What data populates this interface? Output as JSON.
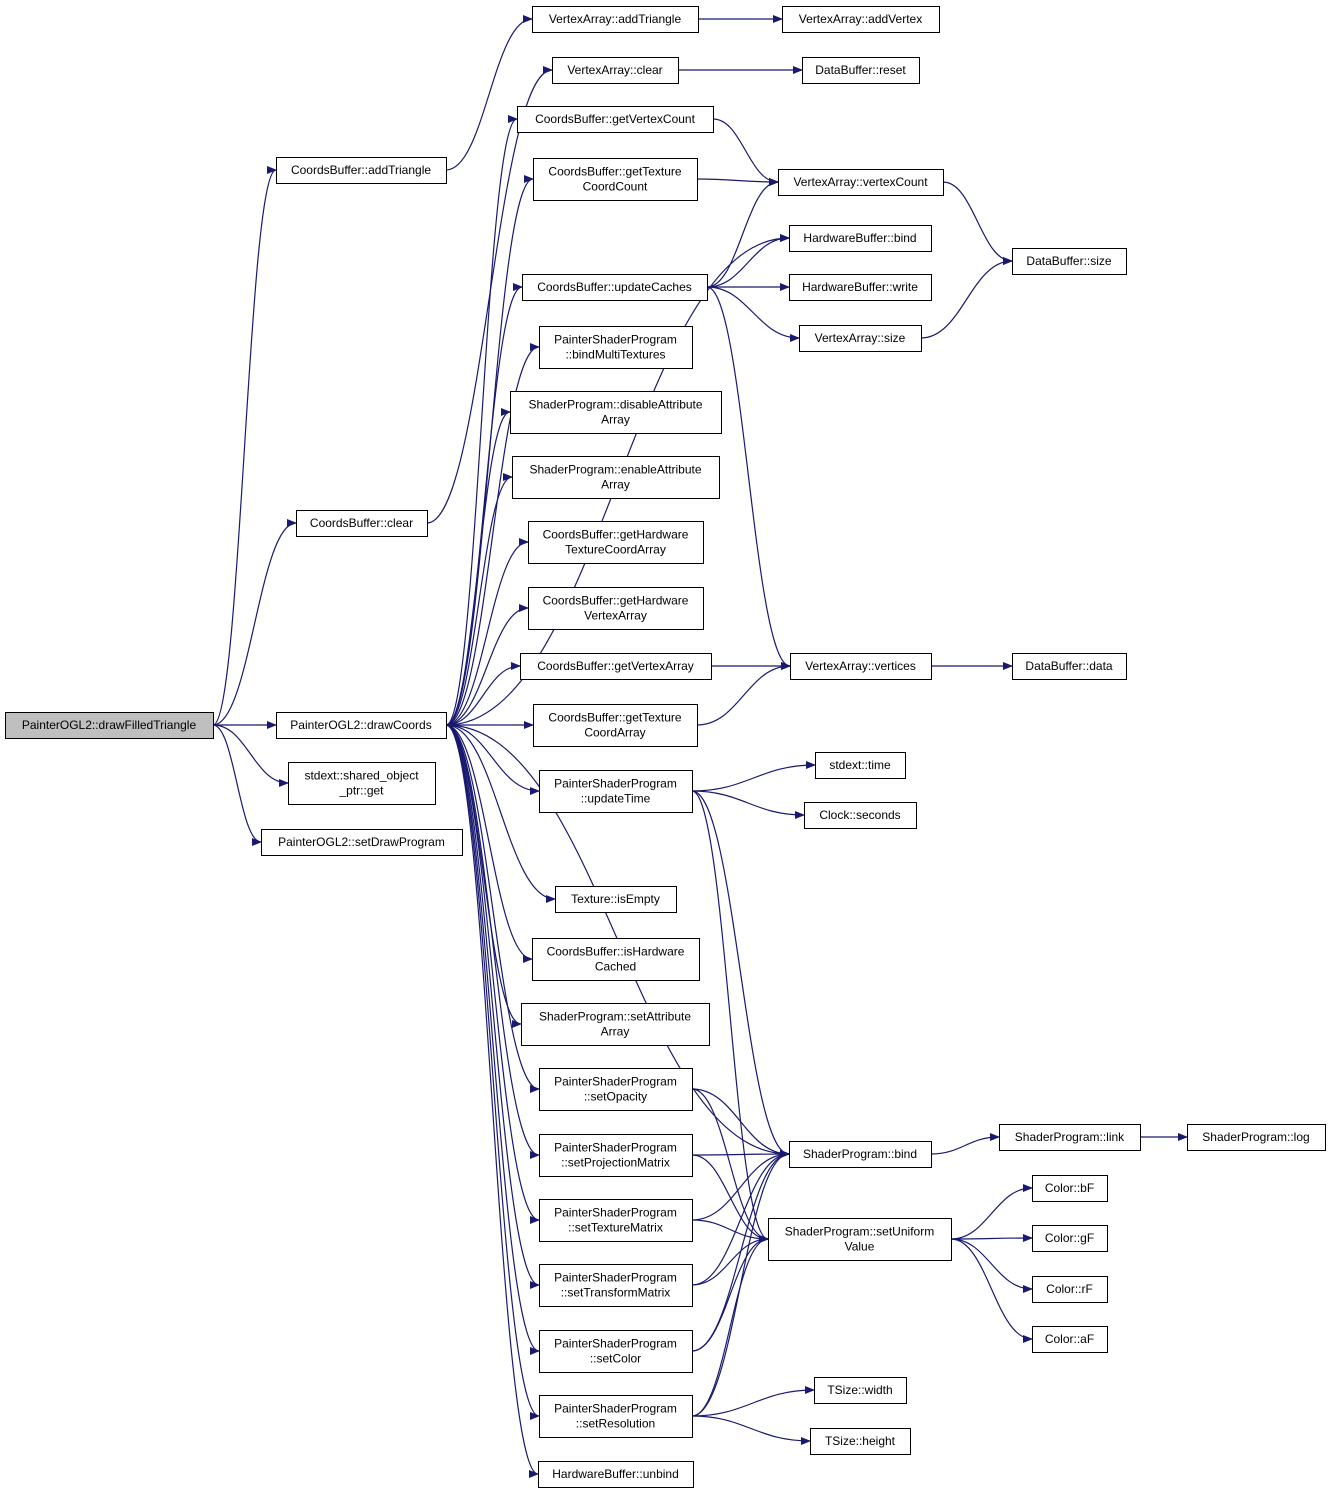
{
  "diagram": {
    "type": "call-graph",
    "edge_color": "#191970",
    "root_fill": "#bfbfbf",
    "nodes": [
      {
        "id": "drawFilledTriangle",
        "lines": [
          "PainterOGL2::drawFilledTriangle"
        ],
        "root": true
      },
      {
        "id": "cb_addTriangle",
        "lines": [
          "CoordsBuffer::addTriangle"
        ]
      },
      {
        "id": "cb_clear",
        "lines": [
          "CoordsBuffer::clear"
        ]
      },
      {
        "id": "drawCoords",
        "lines": [
          "PainterOGL2::drawCoords"
        ]
      },
      {
        "id": "shared_get",
        "lines": [
          "stdext::shared_object",
          "_ptr::get"
        ]
      },
      {
        "id": "setDrawProgram",
        "lines": [
          "PainterOGL2::setDrawProgram"
        ]
      },
      {
        "id": "va_addTriangle",
        "lines": [
          "VertexArray::addTriangle"
        ]
      },
      {
        "id": "va_addVertex",
        "lines": [
          "VertexArray::addVertex"
        ]
      },
      {
        "id": "va_clear",
        "lines": [
          "VertexArray::clear"
        ]
      },
      {
        "id": "db_reset",
        "lines": [
          "DataBuffer::reset"
        ]
      },
      {
        "id": "cb_getVertexCount",
        "lines": [
          "CoordsBuffer::getVertexCount"
        ]
      },
      {
        "id": "cb_getTexCoordCount",
        "lines": [
          "CoordsBuffer::getTexture",
          "CoordCount"
        ]
      },
      {
        "id": "va_vertexCount",
        "lines": [
          "VertexArray::vertexCount"
        ]
      },
      {
        "id": "hb_bind",
        "lines": [
          "HardwareBuffer::bind"
        ]
      },
      {
        "id": "db_size",
        "lines": [
          "DataBuffer::size"
        ]
      },
      {
        "id": "cb_updateCaches",
        "lines": [
          "CoordsBuffer::updateCaches"
        ]
      },
      {
        "id": "hb_write",
        "lines": [
          "HardwareBuffer::write"
        ]
      },
      {
        "id": "va_size",
        "lines": [
          "VertexArray::size"
        ]
      },
      {
        "id": "psp_bindMulti",
        "lines": [
          "PainterShaderProgram",
          "::bindMultiTextures"
        ]
      },
      {
        "id": "sp_disableAttr",
        "lines": [
          "ShaderProgram::disableAttribute",
          "Array"
        ]
      },
      {
        "id": "sp_enableAttr",
        "lines": [
          "ShaderProgram::enableAttribute",
          "Array"
        ]
      },
      {
        "id": "cb_getHwTexArray",
        "lines": [
          "CoordsBuffer::getHardware",
          "TextureCoordArray"
        ]
      },
      {
        "id": "cb_getHwVertArray",
        "lines": [
          "CoordsBuffer::getHardware",
          "VertexArray"
        ]
      },
      {
        "id": "cb_getVertexArray",
        "lines": [
          "CoordsBuffer::getVertexArray"
        ]
      },
      {
        "id": "va_vertices",
        "lines": [
          "VertexArray::vertices"
        ]
      },
      {
        "id": "db_data",
        "lines": [
          "DataBuffer::data"
        ]
      },
      {
        "id": "cb_getTexCoordArray",
        "lines": [
          "CoordsBuffer::getTexture",
          "CoordArray"
        ]
      },
      {
        "id": "psp_updateTime",
        "lines": [
          "PainterShaderProgram",
          "::updateTime"
        ]
      },
      {
        "id": "stdext_time",
        "lines": [
          "stdext::time"
        ]
      },
      {
        "id": "clock_seconds",
        "lines": [
          "Clock::seconds"
        ]
      },
      {
        "id": "tex_isEmpty",
        "lines": [
          "Texture::isEmpty"
        ]
      },
      {
        "id": "cb_isHwCached",
        "lines": [
          "CoordsBuffer::isHardware",
          "Cached"
        ]
      },
      {
        "id": "sp_setAttrArray",
        "lines": [
          "ShaderProgram::setAttribute",
          "Array"
        ]
      },
      {
        "id": "psp_setOpacity",
        "lines": [
          "PainterShaderProgram",
          "::setOpacity"
        ]
      },
      {
        "id": "sp_bind",
        "lines": [
          "ShaderProgram::bind"
        ]
      },
      {
        "id": "sp_link",
        "lines": [
          "ShaderProgram::link"
        ]
      },
      {
        "id": "sp_log",
        "lines": [
          "ShaderProgram::log"
        ]
      },
      {
        "id": "psp_setProj",
        "lines": [
          "PainterShaderProgram",
          "::setProjectionMatrix"
        ]
      },
      {
        "id": "color_bF",
        "lines": [
          "Color::bF"
        ]
      },
      {
        "id": "psp_setTexMat",
        "lines": [
          "PainterShaderProgram",
          "::setTextureMatrix"
        ]
      },
      {
        "id": "sp_setUniform",
        "lines": [
          "ShaderProgram::setUniform",
          "Value"
        ]
      },
      {
        "id": "color_gF",
        "lines": [
          "Color::gF"
        ]
      },
      {
        "id": "psp_setTransform",
        "lines": [
          "PainterShaderProgram",
          "::setTransformMatrix"
        ]
      },
      {
        "id": "color_rF",
        "lines": [
          "Color::rF"
        ]
      },
      {
        "id": "psp_setColor",
        "lines": [
          "PainterShaderProgram",
          "::setColor"
        ]
      },
      {
        "id": "color_aF",
        "lines": [
          "Color::aF"
        ]
      },
      {
        "id": "tsize_width",
        "lines": [
          "TSize::width"
        ]
      },
      {
        "id": "psp_setResolution",
        "lines": [
          "PainterShaderProgram",
          "::setResolution"
        ]
      },
      {
        "id": "tsize_height",
        "lines": [
          "TSize::height"
        ]
      },
      {
        "id": "hb_unbind",
        "lines": [
          "HardwareBuffer::unbind"
        ]
      }
    ],
    "edges": [
      [
        "drawFilledTriangle",
        "cb_addTriangle"
      ],
      [
        "drawFilledTriangle",
        "cb_clear"
      ],
      [
        "drawFilledTriangle",
        "drawCoords"
      ],
      [
        "drawFilledTriangle",
        "shared_get"
      ],
      [
        "drawFilledTriangle",
        "setDrawProgram"
      ],
      [
        "cb_addTriangle",
        "va_addTriangle"
      ],
      [
        "va_addTriangle",
        "va_addVertex"
      ],
      [
        "cb_clear",
        "va_clear"
      ],
      [
        "va_clear",
        "db_reset"
      ],
      [
        "drawCoords",
        "cb_getVertexCount"
      ],
      [
        "drawCoords",
        "cb_getTexCoordCount"
      ],
      [
        "drawCoords",
        "hb_bind"
      ],
      [
        "drawCoords",
        "cb_updateCaches"
      ],
      [
        "drawCoords",
        "psp_bindMulti"
      ],
      [
        "drawCoords",
        "sp_disableAttr"
      ],
      [
        "drawCoords",
        "sp_enableAttr"
      ],
      [
        "drawCoords",
        "cb_getHwTexArray"
      ],
      [
        "drawCoords",
        "cb_getHwVertArray"
      ],
      [
        "drawCoords",
        "cb_getVertexArray"
      ],
      [
        "drawCoords",
        "cb_getTexCoordArray"
      ],
      [
        "drawCoords",
        "psp_updateTime"
      ],
      [
        "drawCoords",
        "sp_bind"
      ],
      [
        "drawCoords",
        "tex_isEmpty"
      ],
      [
        "drawCoords",
        "cb_isHwCached"
      ],
      [
        "drawCoords",
        "sp_setAttrArray"
      ],
      [
        "drawCoords",
        "psp_setOpacity"
      ],
      [
        "drawCoords",
        "psp_setProj"
      ],
      [
        "drawCoords",
        "psp_setTexMat"
      ],
      [
        "drawCoords",
        "psp_setTransform"
      ],
      [
        "drawCoords",
        "psp_setColor"
      ],
      [
        "drawCoords",
        "psp_setResolution"
      ],
      [
        "drawCoords",
        "hb_unbind"
      ],
      [
        "cb_getVertexCount",
        "va_vertexCount"
      ],
      [
        "cb_getTexCoordCount",
        "va_vertexCount"
      ],
      [
        "va_vertexCount",
        "db_size"
      ],
      [
        "cb_updateCaches",
        "va_vertexCount"
      ],
      [
        "cb_updateCaches",
        "hb_bind"
      ],
      [
        "cb_updateCaches",
        "hb_write"
      ],
      [
        "cb_updateCaches",
        "va_size"
      ],
      [
        "cb_updateCaches",
        "va_vertices"
      ],
      [
        "va_size",
        "db_size"
      ],
      [
        "cb_getVertexArray",
        "va_vertices"
      ],
      [
        "cb_getTexCoordArray",
        "va_vertices"
      ],
      [
        "va_vertices",
        "db_data"
      ],
      [
        "psp_updateTime",
        "stdext_time"
      ],
      [
        "psp_updateTime",
        "clock_seconds"
      ],
      [
        "psp_updateTime",
        "sp_bind"
      ],
      [
        "psp_updateTime",
        "sp_setUniform"
      ],
      [
        "psp_setOpacity",
        "sp_bind"
      ],
      [
        "psp_setOpacity",
        "sp_setUniform"
      ],
      [
        "psp_setProj",
        "sp_bind"
      ],
      [
        "psp_setProj",
        "sp_setUniform"
      ],
      [
        "psp_setTexMat",
        "sp_bind"
      ],
      [
        "psp_setTexMat",
        "sp_setUniform"
      ],
      [
        "psp_setTransform",
        "sp_bind"
      ],
      [
        "psp_setTransform",
        "sp_setUniform"
      ],
      [
        "psp_setColor",
        "sp_bind"
      ],
      [
        "psp_setColor",
        "sp_setUniform"
      ],
      [
        "psp_setResolution",
        "sp_bind"
      ],
      [
        "psp_setResolution",
        "sp_setUniform"
      ],
      [
        "psp_setResolution",
        "tsize_width"
      ],
      [
        "psp_setResolution",
        "tsize_height"
      ],
      [
        "sp_bind",
        "sp_link"
      ],
      [
        "sp_link",
        "sp_log"
      ],
      [
        "sp_setUniform",
        "color_bF"
      ],
      [
        "sp_setUniform",
        "color_gF"
      ],
      [
        "sp_setUniform",
        "color_rF"
      ],
      [
        "sp_setUniform",
        "color_aF"
      ]
    ]
  }
}
